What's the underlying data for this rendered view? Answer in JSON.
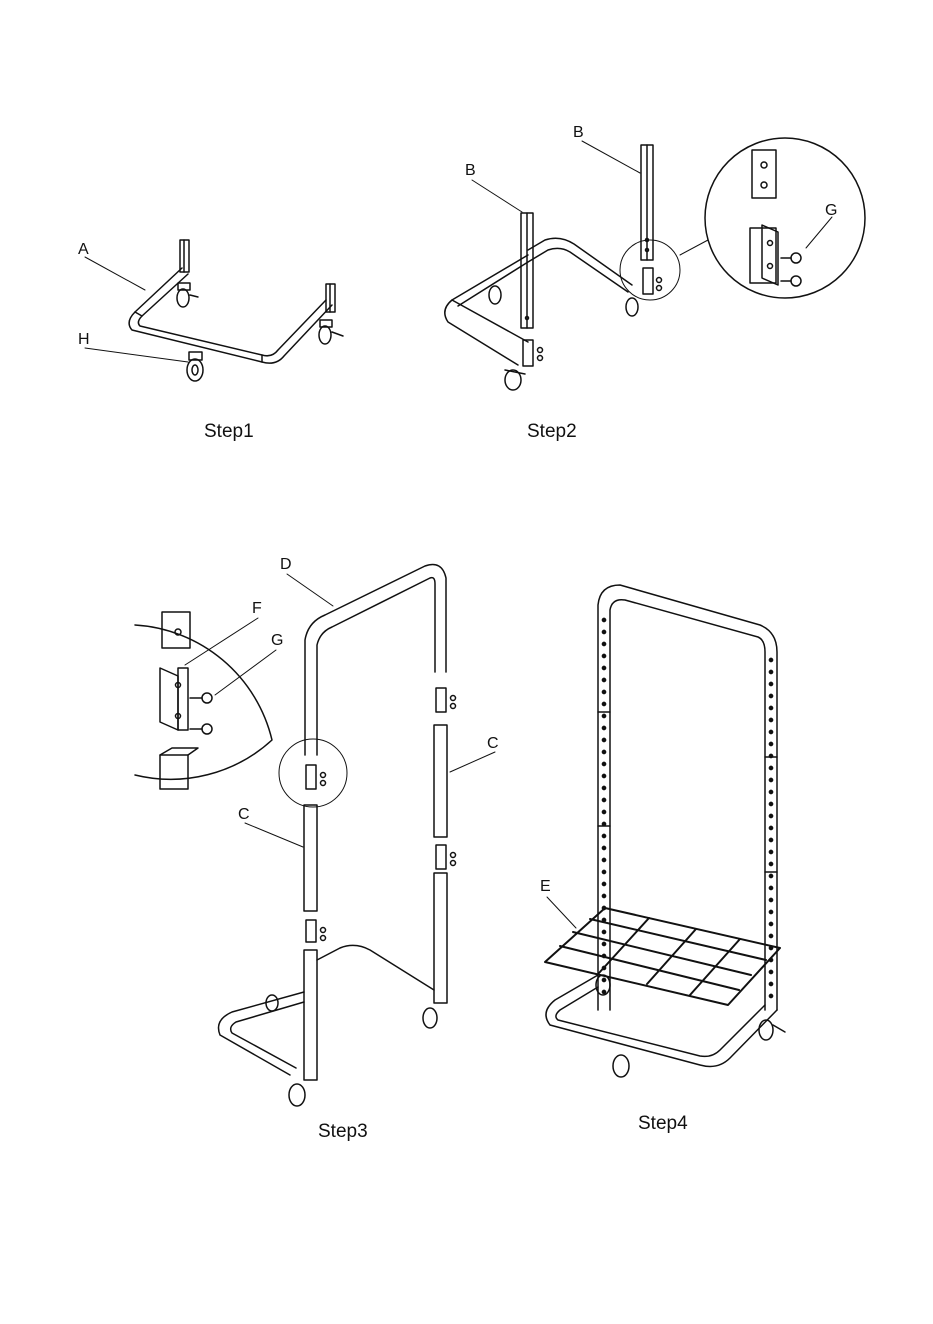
{
  "steps": [
    {
      "label": "Step1"
    },
    {
      "label": "Step2"
    },
    {
      "label": "Step3"
    },
    {
      "label": "Step4"
    }
  ],
  "callouts": {
    "a": "A",
    "h": "H",
    "b1": "B",
    "b2": "B",
    "g1": "G",
    "d": "D",
    "f": "F",
    "g2": "G",
    "c1": "C",
    "c2": "C",
    "e": "E"
  },
  "colors": {
    "line": "#111111",
    "background": "#ffffff"
  }
}
